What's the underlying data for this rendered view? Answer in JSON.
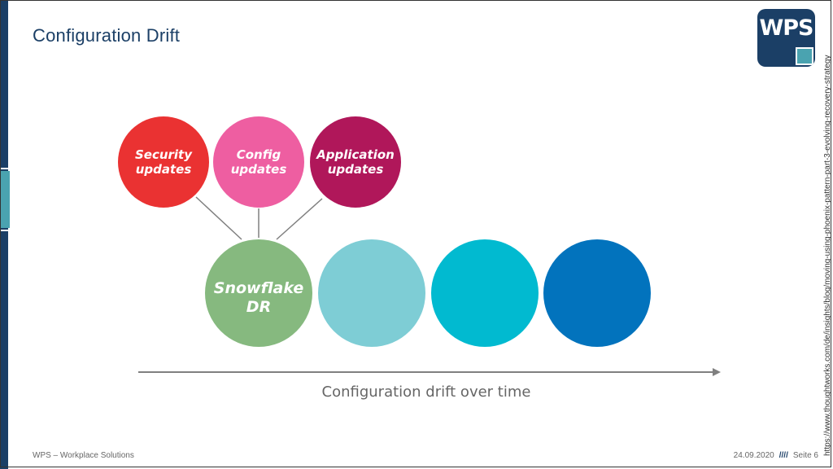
{
  "slide": {
    "title": "Configuration Drift",
    "logo_text": "WPS",
    "side_url": "https://www.thoughtworks.com/de/insights/blog/moving-using-phoenix-pattern-part-3-evolving-recovery-strategy",
    "footer_left": "WPS – Workplace Solutions",
    "footer_date": "24.09.2020",
    "footer_slashes": "////",
    "footer_page": "Seite 6"
  },
  "diagram": {
    "top_circles": [
      {
        "id": "security",
        "line1": "Security",
        "line2": "updates",
        "color": "#ea3232"
      },
      {
        "id": "config",
        "line1": "Config",
        "line2": "updates",
        "color": "#ee5ea1"
      },
      {
        "id": "application",
        "line1": "Application",
        "line2": "updates",
        "color": "#b0175a"
      }
    ],
    "bottom_circles": [
      {
        "id": "snowflake",
        "line1": "Snowflake",
        "line2": "DR",
        "color": "#86b97f"
      },
      {
        "id": "drift-1",
        "line1": "",
        "line2": "",
        "color": "#7ecdd5"
      },
      {
        "id": "drift-2",
        "line1": "",
        "line2": "",
        "color": "#01bad0"
      },
      {
        "id": "drift-3",
        "line1": "",
        "line2": "",
        "color": "#0273bd"
      }
    ],
    "axis_label": "Configuration drift over time",
    "connector_color": "#808080",
    "axis_color": "#808080"
  }
}
